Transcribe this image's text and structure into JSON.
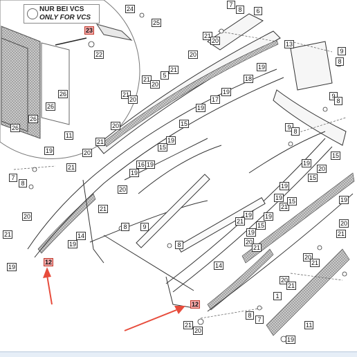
{
  "callout": {
    "line1": "NUR BEI VCS",
    "line2": "ONLY FOR VCS"
  },
  "colors": {
    "highlight": "#f4a9a9",
    "arrow": "#e74c3c",
    "line": "#333333",
    "mesh": "#9a9a9a"
  },
  "parts": [
    {
      "id": "p24",
      "label": "24",
      "hl": false
    },
    {
      "id": "p25",
      "label": "25",
      "hl": false
    },
    {
      "id": "p23",
      "label": "23",
      "hl": true
    },
    {
      "id": "p22",
      "label": "22",
      "hl": false
    },
    {
      "id": "p7a",
      "label": "7",
      "hl": false
    },
    {
      "id": "p8a",
      "label": "8",
      "hl": false
    },
    {
      "id": "p6",
      "label": "6",
      "hl": false
    },
    {
      "id": "p21a",
      "label": "21",
      "hl": false
    },
    {
      "id": "p20a",
      "label": "20",
      "hl": false
    },
    {
      "id": "p13",
      "label": "13",
      "hl": false
    },
    {
      "id": "p20b",
      "label": "20",
      "hl": false
    },
    {
      "id": "p21b",
      "label": "21",
      "hl": false
    },
    {
      "id": "p5",
      "label": "5",
      "hl": false
    },
    {
      "id": "p21c",
      "label": "21",
      "hl": false
    },
    {
      "id": "p20c",
      "label": "20",
      "hl": false
    },
    {
      "id": "p19a",
      "label": "19",
      "hl": false
    },
    {
      "id": "p18",
      "label": "18",
      "hl": false
    },
    {
      "id": "p9a",
      "label": "9",
      "hl": false
    },
    {
      "id": "p8b",
      "label": "8",
      "hl": false
    },
    {
      "id": "p26a",
      "label": "26",
      "hl": false
    },
    {
      "id": "p26b",
      "label": "26",
      "hl": false
    },
    {
      "id": "p26c",
      "label": "26",
      "hl": false
    },
    {
      "id": "p26d",
      "label": "26",
      "hl": false
    },
    {
      "id": "p21d",
      "label": "21",
      "hl": false
    },
    {
      "id": "p20d",
      "label": "20",
      "hl": false
    },
    {
      "id": "p19b",
      "label": "19",
      "hl": false
    },
    {
      "id": "p17",
      "label": "17",
      "hl": false
    },
    {
      "id": "p19c",
      "label": "19",
      "hl": false
    },
    {
      "id": "p9b",
      "label": "9",
      "hl": false
    },
    {
      "id": "p8c",
      "label": "8",
      "hl": false
    },
    {
      "id": "p15a",
      "label": "15",
      "hl": false
    },
    {
      "id": "p20e",
      "label": "20",
      "hl": false
    },
    {
      "id": "p11a",
      "label": "11",
      "hl": false
    },
    {
      "id": "p21e",
      "label": "21",
      "hl": false
    },
    {
      "id": "p9c",
      "label": "9",
      "hl": false
    },
    {
      "id": "p8d",
      "label": "8",
      "hl": false
    },
    {
      "id": "p19d",
      "label": "19",
      "hl": false
    },
    {
      "id": "p15b",
      "label": "15",
      "hl": false
    },
    {
      "id": "p19e",
      "label": "19",
      "hl": false
    },
    {
      "id": "p20f",
      "label": "20",
      "hl": false
    },
    {
      "id": "p21f",
      "label": "21",
      "hl": false
    },
    {
      "id": "p16",
      "label": "16",
      "hl": false
    },
    {
      "id": "p19f",
      "label": "19",
      "hl": false
    },
    {
      "id": "p15c",
      "label": "15",
      "hl": false
    },
    {
      "id": "p19g",
      "label": "19",
      "hl": false
    },
    {
      "id": "p20g",
      "label": "20",
      "hl": false
    },
    {
      "id": "p15d",
      "label": "15",
      "hl": false
    },
    {
      "id": "p19h",
      "label": "19",
      "hl": false
    },
    {
      "id": "p7b",
      "label": "7",
      "hl": false
    },
    {
      "id": "p8e",
      "label": "8",
      "hl": false
    },
    {
      "id": "p19i",
      "label": "19",
      "hl": false
    },
    {
      "id": "p21g",
      "label": "21",
      "hl": false
    },
    {
      "id": "p15e",
      "label": "15",
      "hl": false
    },
    {
      "id": "p19j",
      "label": "19",
      "hl": false
    },
    {
      "id": "p19k",
      "label": "19",
      "hl": false
    },
    {
      "id": "p20h",
      "label": "20",
      "hl": false
    },
    {
      "id": "p21h",
      "label": "21",
      "hl": false
    },
    {
      "id": "p20i",
      "label": "20",
      "hl": false
    },
    {
      "id": "p21i",
      "label": "21",
      "hl": false
    },
    {
      "id": "p21j",
      "label": "21",
      "hl": false
    },
    {
      "id": "p21k",
      "label": "21",
      "hl": false
    },
    {
      "id": "p15f",
      "label": "15",
      "hl": false
    },
    {
      "id": "p20j",
      "label": "20",
      "hl": false
    },
    {
      "id": "p19l",
      "label": "19",
      "hl": false
    },
    {
      "id": "p19m",
      "label": "19",
      "hl": false
    },
    {
      "id": "p14a",
      "label": "14",
      "hl": false
    },
    {
      "id": "p8f",
      "label": "8",
      "hl": false
    },
    {
      "id": "p9d",
      "label": "9",
      "hl": false
    },
    {
      "id": "p8g",
      "label": "8",
      "hl": false
    },
    {
      "id": "p19n",
      "label": "19",
      "hl": false
    },
    {
      "id": "p20k",
      "label": "20",
      "hl": false
    },
    {
      "id": "p21l",
      "label": "21",
      "hl": false
    },
    {
      "id": "p12a",
      "label": "12",
      "hl": true
    },
    {
      "id": "p14b",
      "label": "14",
      "hl": false
    },
    {
      "id": "p20l",
      "label": "20",
      "hl": false
    },
    {
      "id": "p21m",
      "label": "21",
      "hl": false
    },
    {
      "id": "p20m",
      "label": "20",
      "hl": false
    },
    {
      "id": "p21n",
      "label": "21",
      "hl": false
    },
    {
      "id": "p19o",
      "label": "19",
      "hl": false
    },
    {
      "id": "p1",
      "label": "1",
      "hl": false
    },
    {
      "id": "p12b",
      "label": "12",
      "hl": true
    },
    {
      "id": "p8h",
      "label": "8",
      "hl": false
    },
    {
      "id": "p7c",
      "label": "7",
      "hl": false
    },
    {
      "id": "p11b",
      "label": "11",
      "hl": false
    },
    {
      "id": "p21o",
      "label": "21",
      "hl": false
    },
    {
      "id": "p20n",
      "label": "20",
      "hl": false
    },
    {
      "id": "p19p",
      "label": "19",
      "hl": false
    },
    {
      "id": "p19q",
      "label": "19",
      "hl": false
    }
  ]
}
